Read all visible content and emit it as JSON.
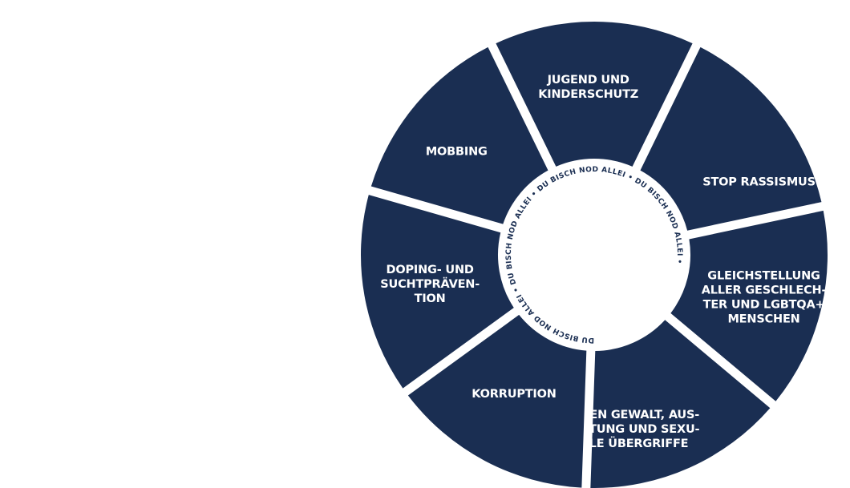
{
  "colors": {
    "segment_fill": "#1a2e52",
    "segment_text": "#ffffff",
    "center_fill": "#ffffff",
    "background": "#ffffff"
  },
  "wheel": {
    "center_ring_text": "DU BISCH NOD ALLEI • DU BISCH NOD ALLEI • DU BISCH NOD ALLEI • DU BISCH NOD ALLEI •",
    "segments": [
      {
        "id": "jugend-kinderschutz",
        "lines": [
          "JUGEND UND",
          "KINDERSCHUTZ"
        ]
      },
      {
        "id": "stop-rassismus",
        "lines": [
          "STOP RASSISMUS"
        ]
      },
      {
        "id": "gleichstellung",
        "lines": [
          "GLEICHSTELLUNG",
          "ALLER GESCHLECH-",
          "TER UND LGBTQA+",
          "MENSCHEN"
        ]
      },
      {
        "id": "gegen-gewalt",
        "lines": [
          "GEGEN GEWALT, AUS-",
          "BEUTUNG UND SEXU-",
          "ELLE ÜBERGRIFFE"
        ]
      },
      {
        "id": "korruption",
        "lines": [
          "KORRUPTION"
        ]
      },
      {
        "id": "doping-sucht",
        "lines": [
          "DOPING- UND",
          "SUCHTPRÄVEN-",
          "TION"
        ]
      },
      {
        "id": "mobbing",
        "lines": [
          "MOBBING"
        ]
      }
    ]
  }
}
